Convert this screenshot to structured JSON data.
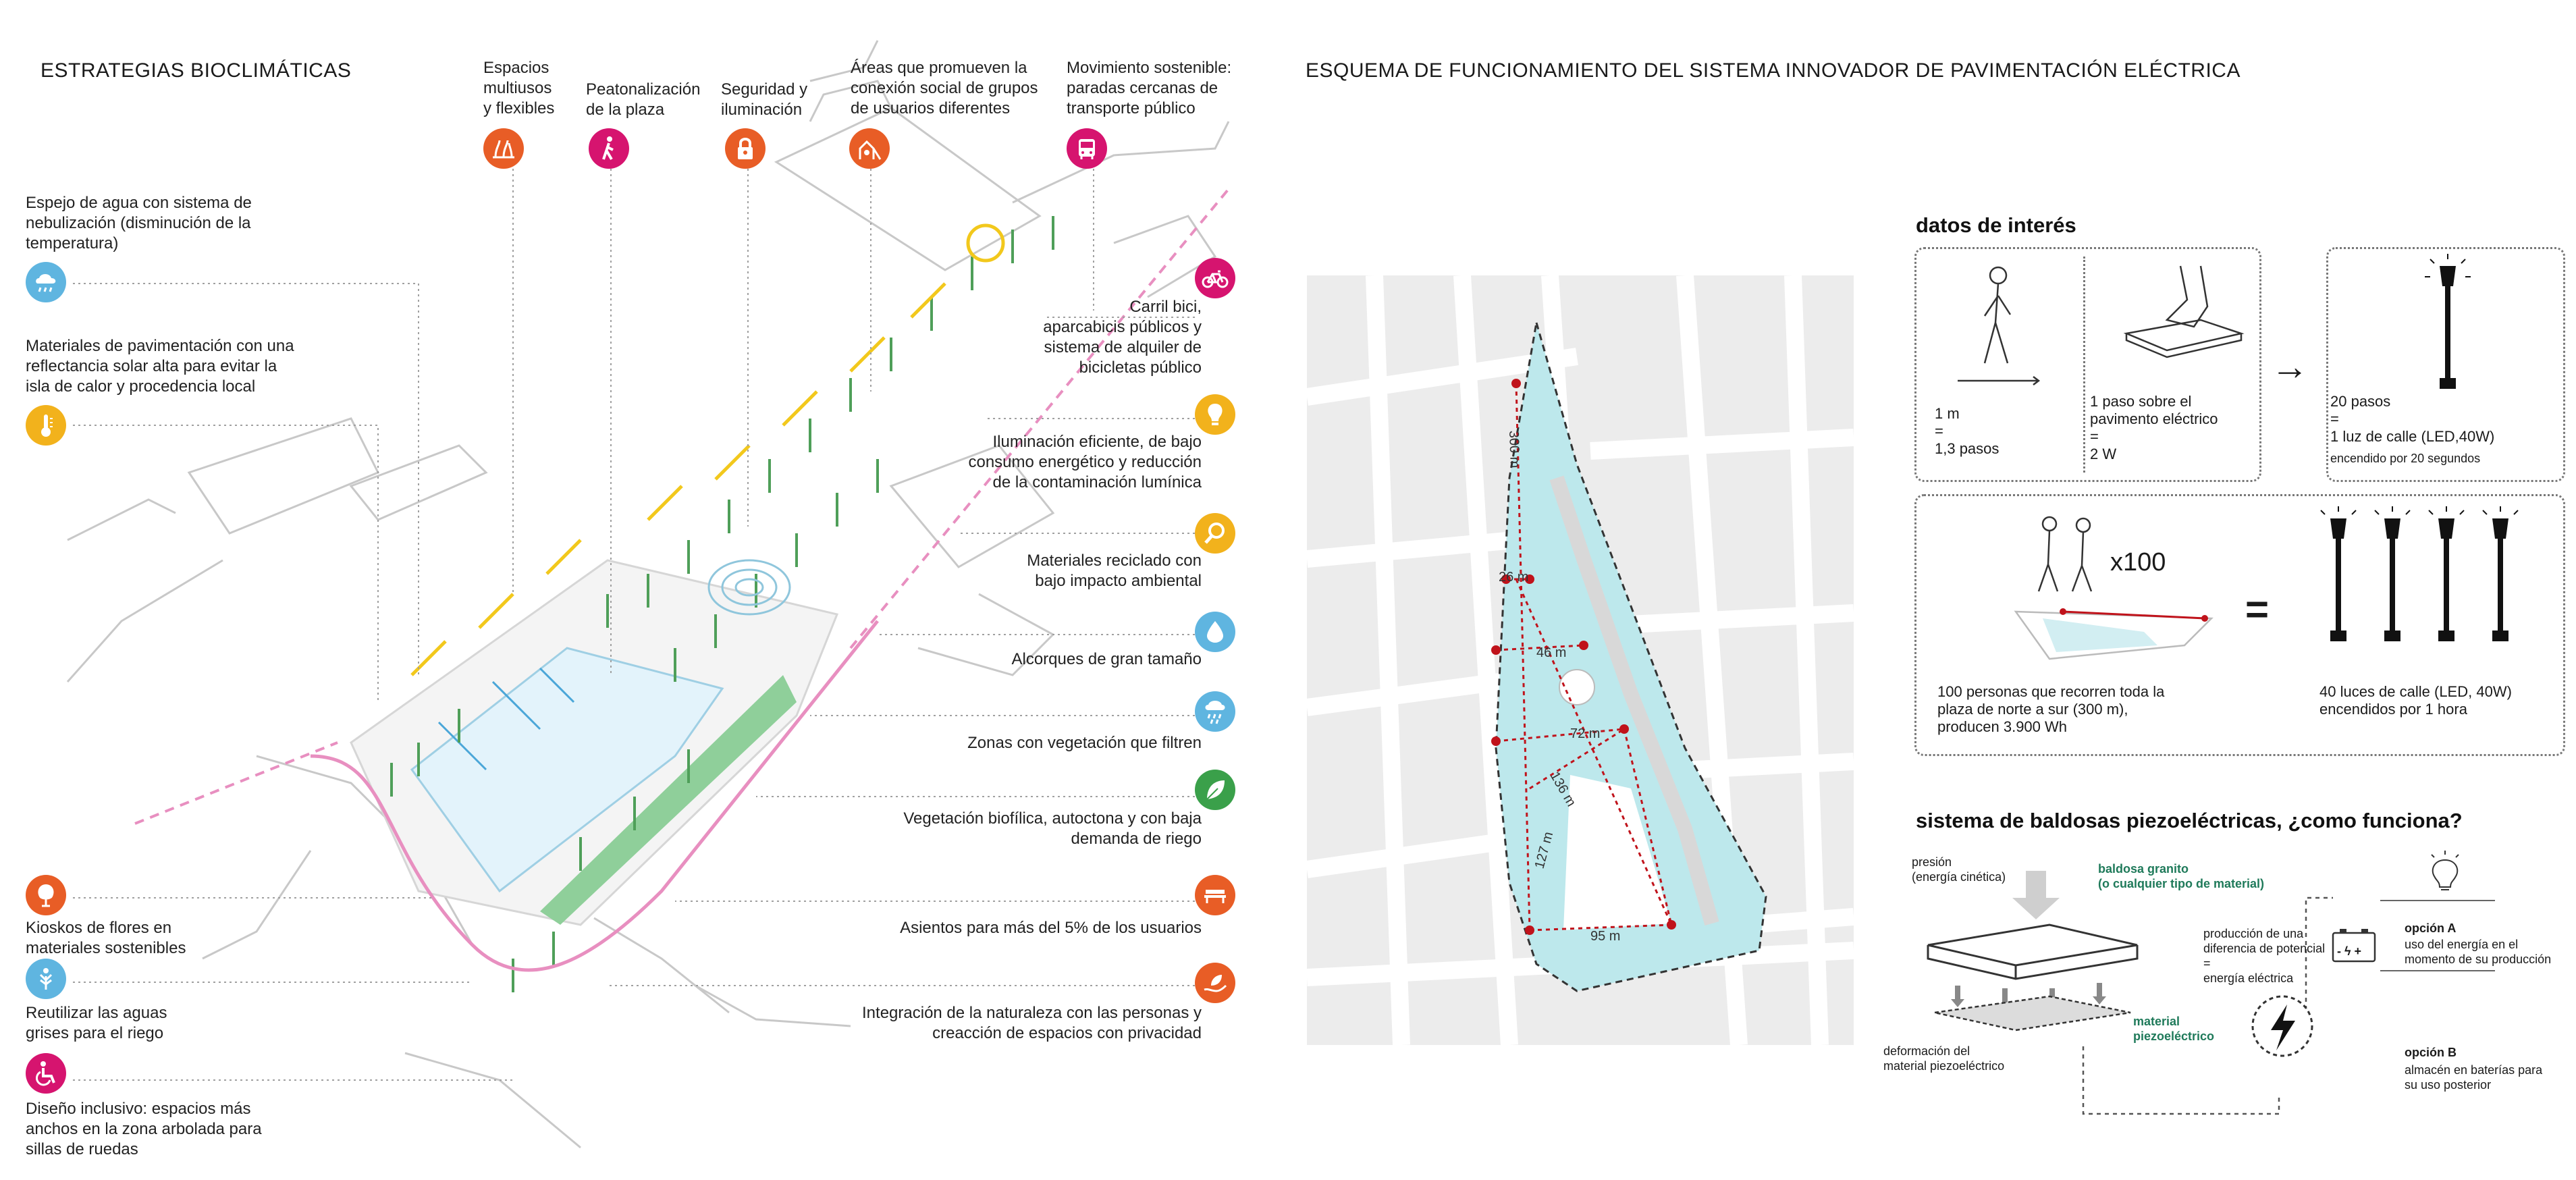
{
  "colors": {
    "orange": "#e85d26",
    "magenta": "#d6146f",
    "yellow": "#f2b21c",
    "lightblue": "#5fb5e0",
    "green": "#3aa04a",
    "water": "#bde8ec",
    "dot_red": "#c0131b",
    "pink_path": "#e88fc0"
  },
  "left": {
    "title": "ESTRATEGIAS BIOCLIMÁTICAS",
    "top": [
      {
        "label": "Espacios\nmultiusos\ny flexibles",
        "icon": "plants-icon",
        "color": "orange"
      },
      {
        "label": "Peatonalización\nde la plaza",
        "icon": "pedestrian-icon",
        "color": "magenta"
      },
      {
        "label": "Seguridad y\niluminación",
        "icon": "lock-icon",
        "color": "orange"
      },
      {
        "label": "Áreas que promueven la\nconexión social de grupos\nde usuarios diferentes",
        "icon": "playground-icon",
        "color": "orange"
      },
      {
        "label": "Movimiento sostenible:\nparadas cercanas de\ntransporte público",
        "icon": "bus-icon",
        "color": "magenta"
      }
    ],
    "left_items": [
      {
        "label": "Espejo de agua con sistema de\nnebulización (disminución de la\ntemperatura)",
        "icon": "mist-icon",
        "color": "lightblue"
      },
      {
        "label": "Materiales de pavimentación con una\nreflectancia solar alta para evitar la\nisla de calor y procedencia local",
        "icon": "thermometer-icon",
        "color": "yellow"
      },
      {
        "label": "Kioskos de flores en\nmateriales sostenibles",
        "icon": "tree-icon",
        "color": "orange"
      },
      {
        "label": "Reutilizar las aguas\ngrises para el riego",
        "icon": "irrigation-icon",
        "color": "lightblue"
      },
      {
        "label": "Diseño inclusivo: espacios más\nanchos en la zona arbolada para\nsillas de ruedas",
        "icon": "wheelchair-icon",
        "color": "magenta"
      }
    ],
    "right_items": [
      {
        "label": "Carril bici,\naparcabicis públicos y\nsistema de alquiler de\nbicicletas público",
        "icon": "bicycle-icon",
        "color": "magenta"
      },
      {
        "label": "Iluminación eficiente, de bajo\nconsumo energético y reducción\nde la contaminación lumínica",
        "icon": "bulb-icon",
        "color": "yellow"
      },
      {
        "label": "Materiales reciclado con\nbajo impacto ambiental",
        "icon": "magnifier-icon",
        "color": "orange"
      },
      {
        "label": "Alcorques de gran tamaño",
        "icon": "drop-icon",
        "color": "lightblue"
      },
      {
        "label": "Zonas con vegetación que filtren",
        "icon": "rain-icon",
        "color": "lightblue"
      },
      {
        "label": "Vegetación biofílica, autoctona y con baja\ndemanda de riego",
        "icon": "leaf-icon",
        "color": "green"
      },
      {
        "label": "Asientos para más del 5% de los usuarios",
        "icon": "bench-icon",
        "color": "orange"
      },
      {
        "label": "Integración de la naturaleza con las personas y\ncreacción de espacios con privacidad",
        "icon": "hand-leaf-icon",
        "color": "orange"
      }
    ]
  },
  "right": {
    "title": "ESQUEMA DE FUNCIONAMIENTO DEL SISTEMA INNOVADOR DE PAVIMENTACIÓN ELÉCTRICA",
    "map_labels": {
      "d300": "300 m",
      "d26": "26 m",
      "d46": "46 m",
      "d72": "72 m",
      "d136": "136 m",
      "d127": "127 m",
      "d95": "95 m"
    },
    "datos": {
      "heading": "datos de interés",
      "walk": "1 m\n=\n1,3 pasos",
      "step": "1 paso sobre el\npavimento eléctrico\n=\n2 W",
      "arrow": "→",
      "pasos_main": "20 pasos\n=\n1 luz de calle (LED,40W)",
      "pasos_sub": "encendido por 20 segundos",
      "x100": "x100",
      "equals": "=",
      "people": "100 personas que recorren toda la\nplaza de norte a sur (300 m),\nproducen 3.900 Wh",
      "lamps": "40 luces de calle (LED, 40W)\nencendidos por 1 hora"
    },
    "piezo": {
      "heading": "sistema de baldosas piezoeléctricas, ¿como funciona?",
      "presion": "presión\n(energía cinética)",
      "baldosa": "baldosa granito\n(o cualquier tipo de material)",
      "material": "material\npiezoeléctrico",
      "deformacion": "deformación del\nmaterial piezoeléctrico",
      "produccion": "producción de una\ndiferencia de potencial\n=\nenergía eléctrica",
      "opcionA_t": "opción A",
      "opcionA": "uso del energía en el\nmomento de su producción",
      "opcionB_t": "opción B",
      "opcionB": "almacén en baterías para\nsu uso posterior",
      "battery": "- ϟ +"
    }
  }
}
